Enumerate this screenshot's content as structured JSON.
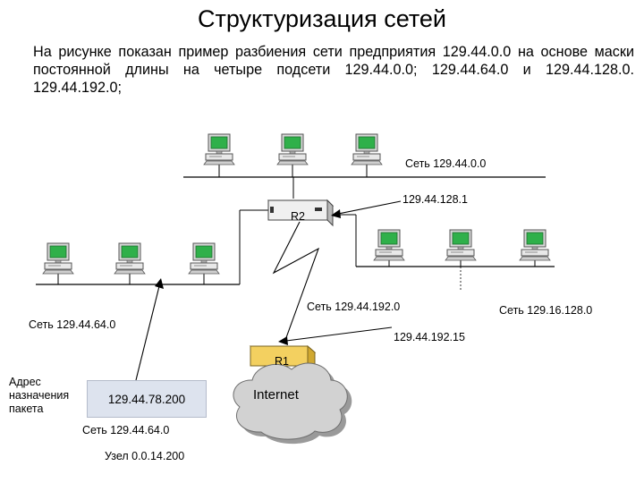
{
  "title": "Структуризация  сетей",
  "intro": "На рисунке показан пример разбиения сети предприятия 129.44.0.0 на основе маски постоянной длины на четыре подсети 129.44.0.0; 129.44.64.0 и 129.44.128.0. 129.44.192.0;",
  "labels": {
    "net_top": "Сеть 129.44.0.0",
    "r2_ip": "129.44.128.1",
    "r2": "R2",
    "net_192": "Сеть 129.44.192.0",
    "net_16": "Сеть 129.16.128.0",
    "net_64": "Сеть 129.44.64.0",
    "r1_ip": "129.44.192.15",
    "r1": "R1",
    "internet": "Internet"
  },
  "packet": {
    "label": "Адрес назначения пакета",
    "address": "129.44.78.200",
    "net": "Сеть 129.44.64.0",
    "node": "Узел 0.0.14.200"
  },
  "colors": {
    "screen": "#2fb04a",
    "router_face": "#f0f0f0",
    "r1_fill": "#f3d060",
    "cloud_fill": "#c8c8c8",
    "packet_fill": "#dde3ee"
  },
  "icons": [
    "computer-icon",
    "router-icon",
    "cloud-icon"
  ]
}
